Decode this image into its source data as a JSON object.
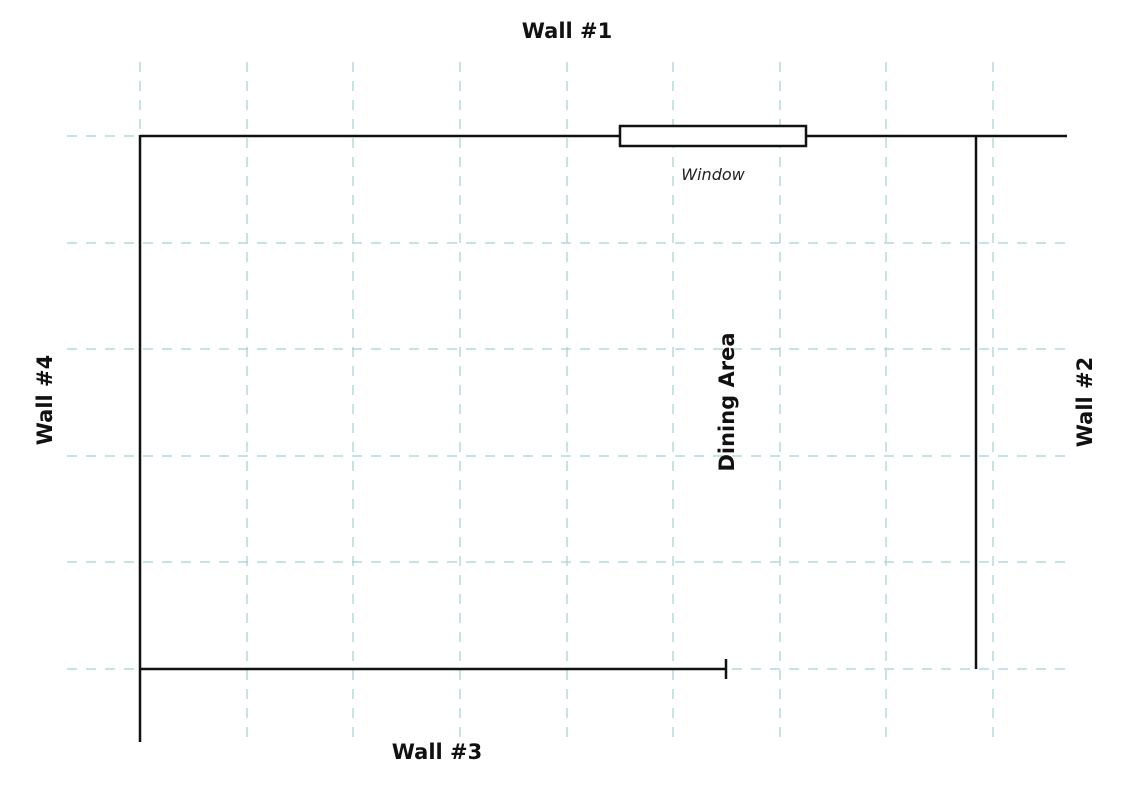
{
  "labels": {
    "wall1": "Wall #1",
    "wall2": "Wall #2",
    "wall3": "Wall #3",
    "wall4": "Wall #4",
    "window": "Window",
    "area": "Dining Area"
  },
  "colors": {
    "grid": "#9fd3d6",
    "wall": "#111111"
  }
}
